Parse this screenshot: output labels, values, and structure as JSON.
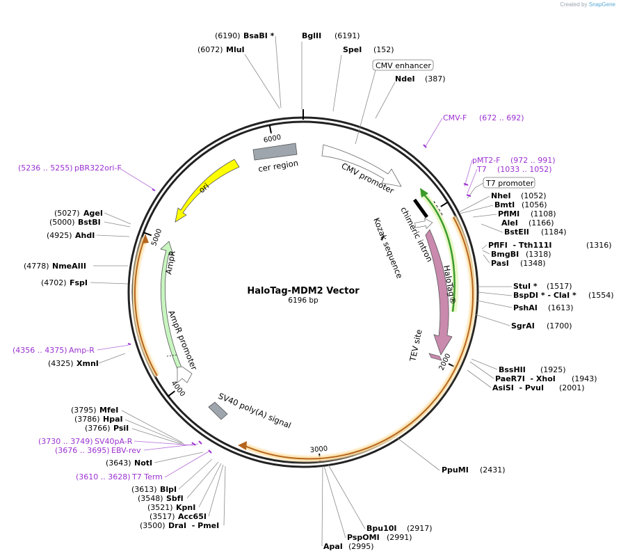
{
  "credit": {
    "prefix": "Created by",
    "brand": "SnapGene"
  },
  "title": "HaloTag-MDM2 Vector",
  "size_label": "6196 bp",
  "ticks": [
    {
      "label": "1000",
      "bp": 1000
    },
    {
      "label": "2000",
      "bp": 2000
    },
    {
      "label": "3000",
      "bp": 3000
    },
    {
      "label": "4000",
      "bp": 4000
    },
    {
      "label": "5000",
      "bp": 5000
    },
    {
      "label": "6000",
      "bp": 6000
    }
  ],
  "features": {
    "cmv_enhancer": "CMV enhancer",
    "cmv_promoter": "CMV promoter",
    "t7_promoter": "T7 promoter",
    "chimeric_intron": "chimeric intron",
    "kozak": "Kozak sequence",
    "halotag": "HaloTag®",
    "tev": "TEV site",
    "sv40": "SV40 poly(A) signal",
    "ampr_promoter": "AmpR promoter",
    "ampr": "AmpR",
    "ori": "ori",
    "cer": "cer region"
  },
  "sites": [
    {
      "name": "BsaBI *",
      "pos": "(6190)"
    },
    {
      "name": "BglII",
      "pos": "(6191)"
    },
    {
      "name": "MluI",
      "pos": "(6072)"
    },
    {
      "name": "SpeI",
      "pos": "(152)"
    },
    {
      "name": "NdeI",
      "pos": "(387)"
    },
    {
      "name": "NheI",
      "pos": "(1052)"
    },
    {
      "name": "BmtI",
      "pos": "(1056)"
    },
    {
      "name": "PflMI",
      "pos": "(1108)"
    },
    {
      "name": "AleI",
      "pos": "(1166)"
    },
    {
      "name": "BstEII",
      "pos": "(1184)"
    },
    {
      "name": "PflFI  - Tth111I",
      "pos": "(1316)"
    },
    {
      "name": "BmgBI",
      "pos": "(1318)"
    },
    {
      "name": "PasI",
      "pos": "(1348)"
    },
    {
      "name": "StuI *",
      "pos": "(1517)"
    },
    {
      "name": "BspDI * - ClaI *",
      "pos": "(1554)"
    },
    {
      "name": "PshAI",
      "pos": "(1613)"
    },
    {
      "name": "SgrAI",
      "pos": "(1700)"
    },
    {
      "name": "BssHII",
      "pos": "(1925)"
    },
    {
      "name": "PaeR7I  - XhoI",
      "pos": "(1943)"
    },
    {
      "name": "AsiSI  - PvuI",
      "pos": "(2001)"
    },
    {
      "name": "PpuMI",
      "pos": "(2431)"
    },
    {
      "name": "Bpu10I",
      "pos": "(2917)"
    },
    {
      "name": "PspOMI",
      "pos": "(2991)"
    },
    {
      "name": "ApaI",
      "pos": "(2995)"
    },
    {
      "name": "AgeI",
      "pos": "(5027)"
    },
    {
      "name": "BstBI",
      "pos": "(5000)"
    },
    {
      "name": "AhdI",
      "pos": "(4925)"
    },
    {
      "name": "NmeAIII",
      "pos": "(4778)"
    },
    {
      "name": "FspI",
      "pos": "(4702)"
    },
    {
      "name": "XmnI",
      "pos": "(4325)"
    },
    {
      "name": "MfeI",
      "pos": "(3795)"
    },
    {
      "name": "HpaI",
      "pos": "(3786)"
    },
    {
      "name": "PsiI",
      "pos": "(3766)"
    },
    {
      "name": "NotI",
      "pos": "(3643)"
    },
    {
      "name": "BlpI",
      "pos": "(3613)"
    },
    {
      "name": "SbfI",
      "pos": "(3548)"
    },
    {
      "name": "KpnI",
      "pos": "(3521)"
    },
    {
      "name": "Acc65I",
      "pos": "(3517)"
    },
    {
      "name": "DraI  - PmeI",
      "pos": "(3500)"
    }
  ],
  "primers": [
    {
      "name": "CMV-F",
      "range": "(672 .. 692)"
    },
    {
      "name": "pMT2-F",
      "range": "(972 .. 991)"
    },
    {
      "name": "T7",
      "range": "(1033 .. 1052)"
    },
    {
      "name": "pBR322ori-F",
      "range": "(5236 .. 5255)"
    },
    {
      "name": "Amp-R",
      "range": "(4356 .. 4375)"
    },
    {
      "name": "SV40pA-R",
      "range": "(3730 .. 3749)"
    },
    {
      "name": "EBV-rev",
      "range": "(3676 .. 3695)"
    },
    {
      "name": "T7 Term",
      "range": "(3610 .. 3628)"
    }
  ]
}
